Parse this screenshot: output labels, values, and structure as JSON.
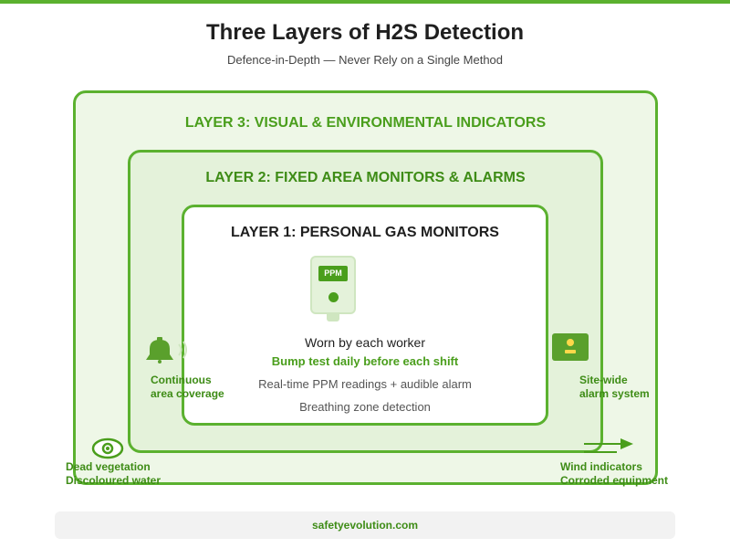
{
  "header": {
    "title": "Three Layers of H2S Detection",
    "subtitle": "Defence-in-Depth — Never Rely on a Single Method"
  },
  "layers": {
    "layer3": {
      "title": "LAYER 3: VISUAL & ENVIRONMENTAL INDICATORS",
      "left_label_line1": "Dead vegetation",
      "left_label_line2": "Discoloured water",
      "right_label_line1": "Wind indicators",
      "right_label_line2": "Corroded equipment"
    },
    "layer2": {
      "title": "LAYER 2: FIXED AREA MONITORS & ALARMS",
      "left_label_line1": "Continuous",
      "left_label_line2": "area coverage",
      "right_label_line1": "Site-wide",
      "right_label_line2": "alarm system"
    },
    "layer1": {
      "title": "LAYER 1: PERSONAL GAS MONITORS",
      "device_screen": "PPM",
      "worn": "Worn by each worker",
      "bump": "Bump test daily before each shift",
      "realtime": "Real-time PPM readings + audible alarm",
      "breathing": "Breathing zone detection"
    }
  },
  "footer": {
    "text": "safetyevolution.com"
  },
  "icons": {
    "bell": "bell-icon",
    "alarm": "alarm-panel-icon",
    "eye": "eye-icon",
    "wind": "wind-arrow-icon",
    "device": "gas-monitor-icon"
  },
  "colors": {
    "accent": "#5bb12f",
    "dark_green": "#3e8c16",
    "layer3_fill": "#eef7e7",
    "layer2_fill": "#e4f2da",
    "layer1_fill": "#ffffff"
  }
}
